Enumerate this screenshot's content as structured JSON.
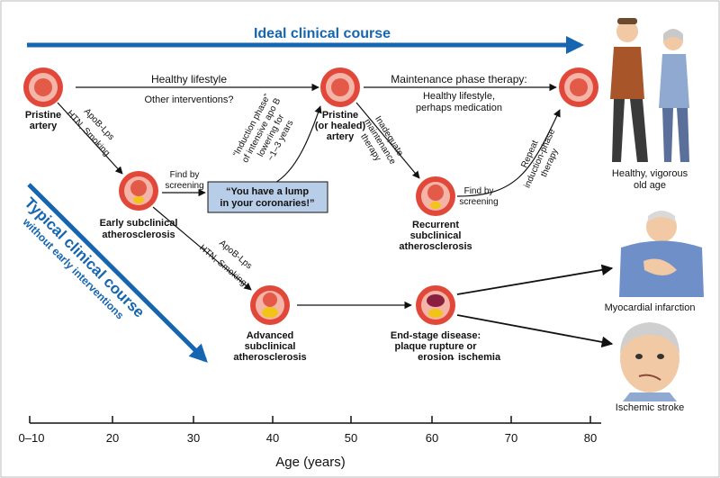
{
  "ideal_title": "Ideal clinical course",
  "typical_title": "Typical clinical course",
  "typical_subtitle": "without early interventions",
  "x_axis": {
    "label": "Age (years)",
    "ticks": [
      "0–10",
      "20",
      "30",
      "40",
      "50",
      "60",
      "70",
      "80"
    ]
  },
  "artery_states": {
    "pristine": "Pristine\nartery",
    "pristine_healed": "Pristine\n(or healed)\nartery",
    "early": "Early subclinical\natherosclerosis",
    "recurrent": "Recurrent\nsubclinical\natherosclerosis",
    "advanced": "Advanced\nsubclinical\natherosclerosis",
    "end_stage": "End-stage disease:\nplaque rupture or\nerosion",
    "end_stage_arrow": "→",
    "end_stage_tail": "ischemia"
  },
  "transitions": {
    "healthy_lifestyle": "Healthy lifestyle",
    "other_interventions": "Other interventions?",
    "apob_1": "ApoB-Lps",
    "htn_1": "HTN, Smoking",
    "find_screening_1": "Find by\nscreening",
    "lump_message": "“You have a lump\nin your coronaries!”",
    "induction_phase": "“Induction phase”\nof intensive apo B\nlowering for\n~1–3 years",
    "maintenance_title": "Maintenance phase therapy:",
    "maintenance_detail": "Healthy lifestyle,\nperhaps medication",
    "inadequate": "Inadequate\nmaintenance\ntherapy",
    "find_screening_2": "Find by\nscreening",
    "repeat_induction": "Repeat\ninduction-phase\ntherapy",
    "apob_2": "ApoB-Lps",
    "htn_2": "HTN, Smoking"
  },
  "outcomes": {
    "healthy": "Healthy, vigorous\nold age",
    "mi": "Myocardial infarction",
    "stroke": "Ischemic stroke"
  },
  "colors": {
    "blue_arrow": "#1565b0",
    "artery_outer": "#e2483a",
    "artery_lumen": "#f4b5a8",
    "plaque": "#f2c417",
    "highlight_box": "#b8cde8"
  }
}
